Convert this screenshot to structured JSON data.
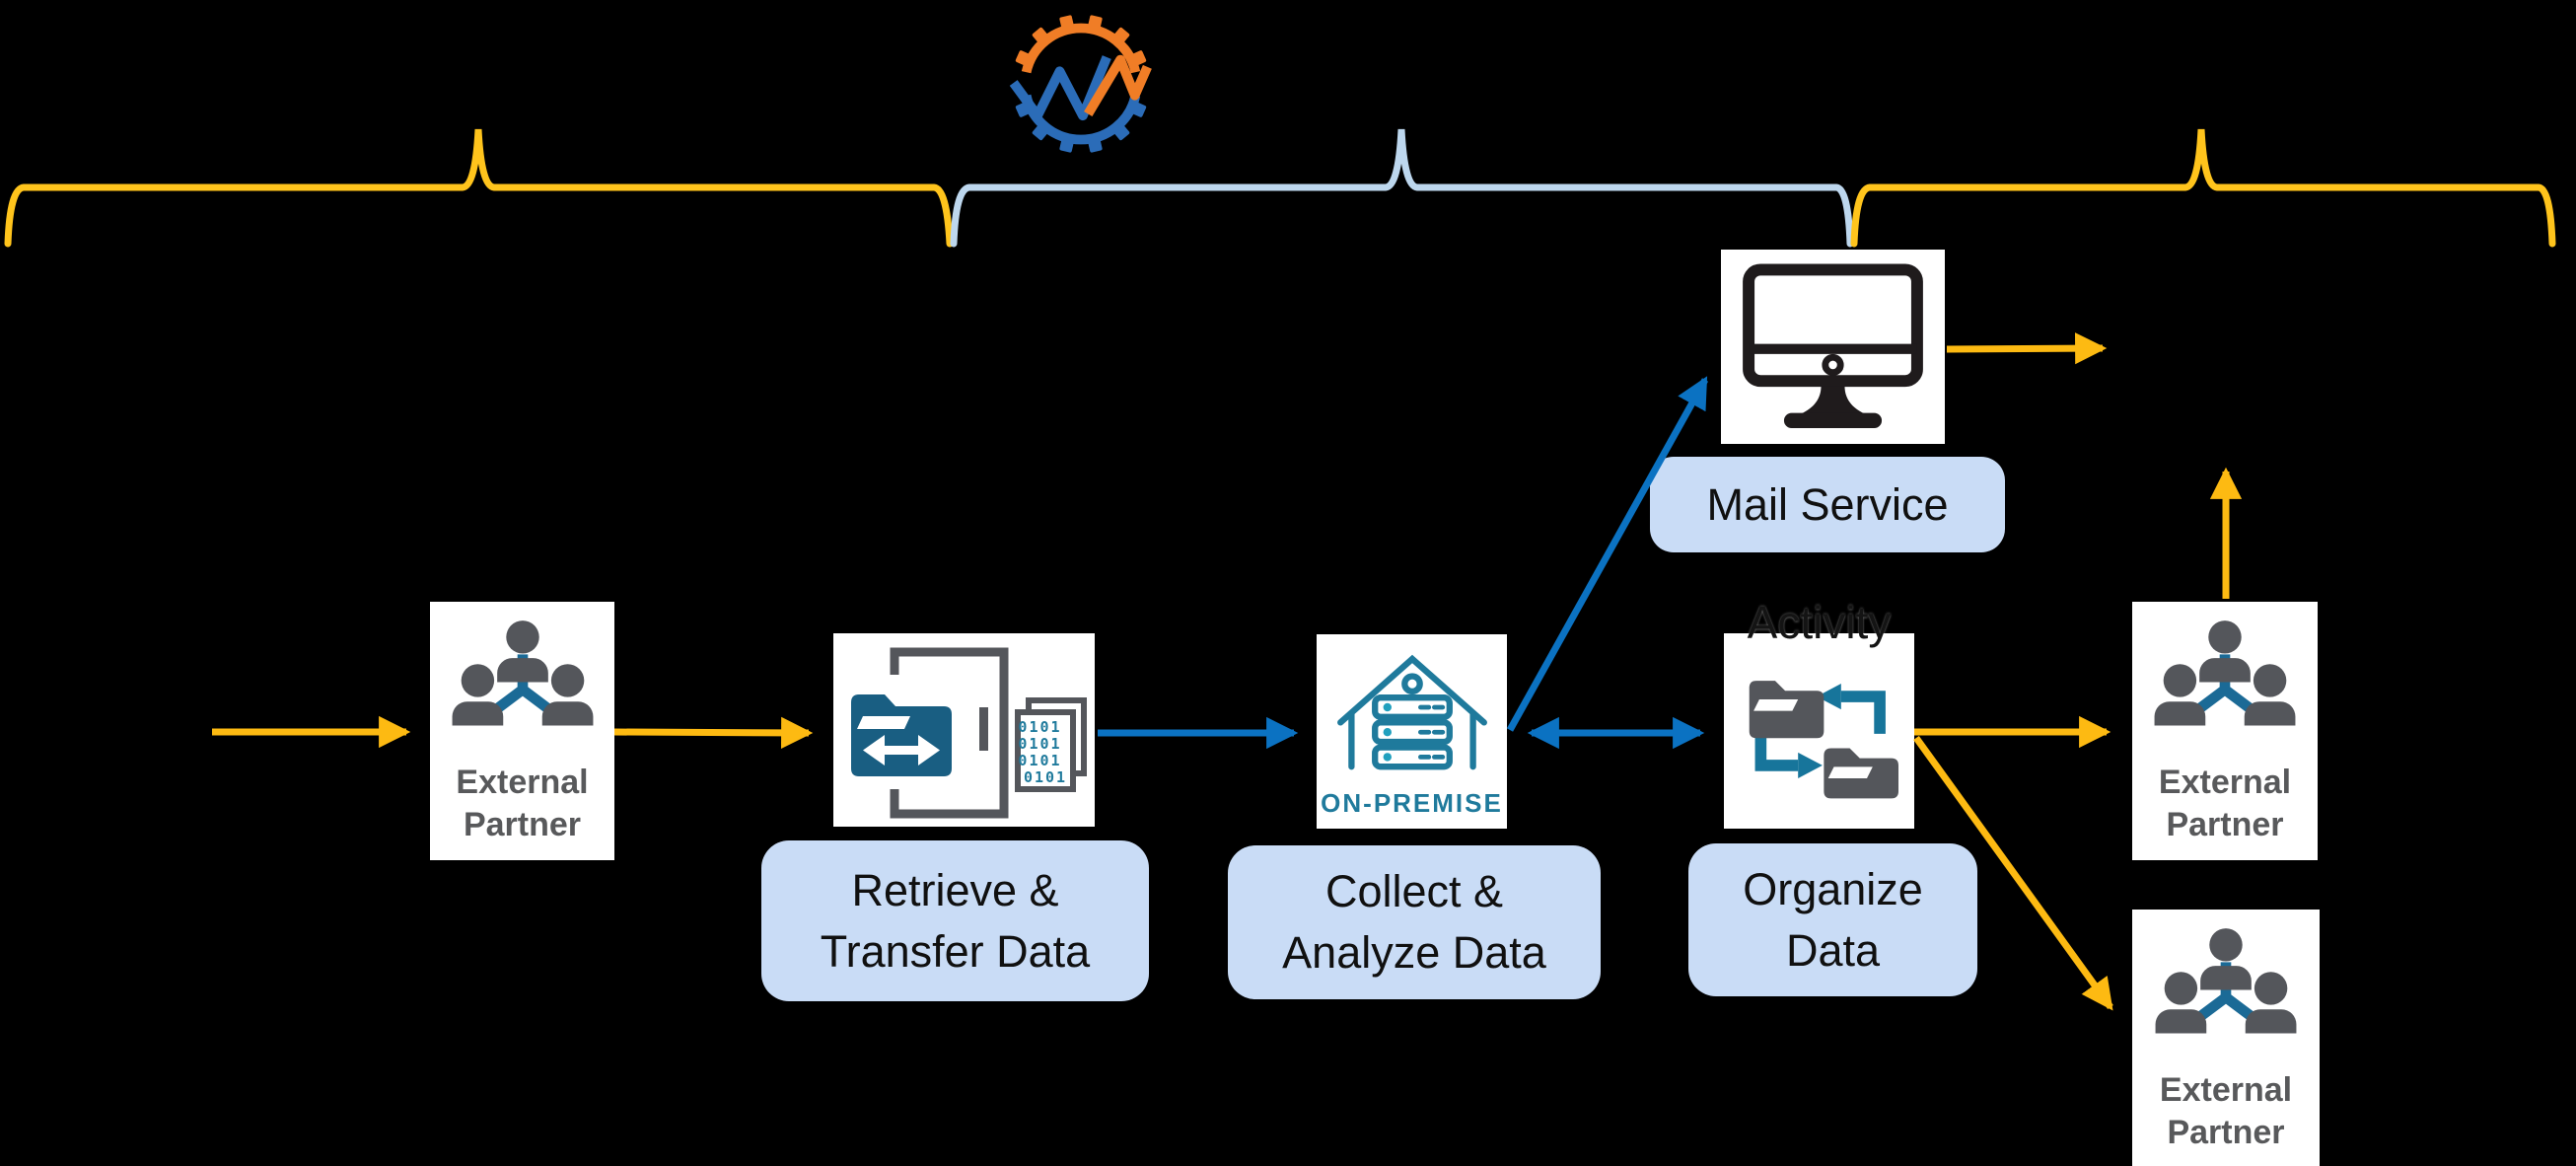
{
  "diagram_title": "data exchange workflow diagram",
  "colors": {
    "background": "#000000",
    "arrow_yellow": "#FDBA12",
    "arrow_blue": "#0B72C2",
    "brace_yellow": "#FFC41C",
    "brace_light_blue": "#BDD7EE",
    "label_pill_fill": "#C9DCF6",
    "icon_teal": "#1F7A9C",
    "icon_steel_blue": "#195E82",
    "icon_dark_gray": "#54565B",
    "icon_black": "#1F1B1C",
    "partner_text_gray": "#58595B",
    "logo_orange": "#F07D26",
    "logo_blue": "#2B6CB8"
  },
  "icons": [
    "gear-pulse-logo",
    "people-group-icon",
    "door-transfer-icon",
    "binary-document-icon",
    "server-house-icon",
    "folder-move-icon",
    "monitor-icon"
  ],
  "labels": {
    "mail_service": "Mail Service",
    "retrieve_line1": "Retrieve &",
    "retrieve_line2": "Transfer Data",
    "collect_line1": "Collect &",
    "collect_line2": "Analyze Data",
    "organize_line1": "Organize",
    "organize_line2": "Data",
    "on_premise": "ON-PREMISE",
    "external_line1": "External",
    "external_line2": "Partner",
    "hidden_caption": "Activity",
    "binary_row": "0101"
  }
}
